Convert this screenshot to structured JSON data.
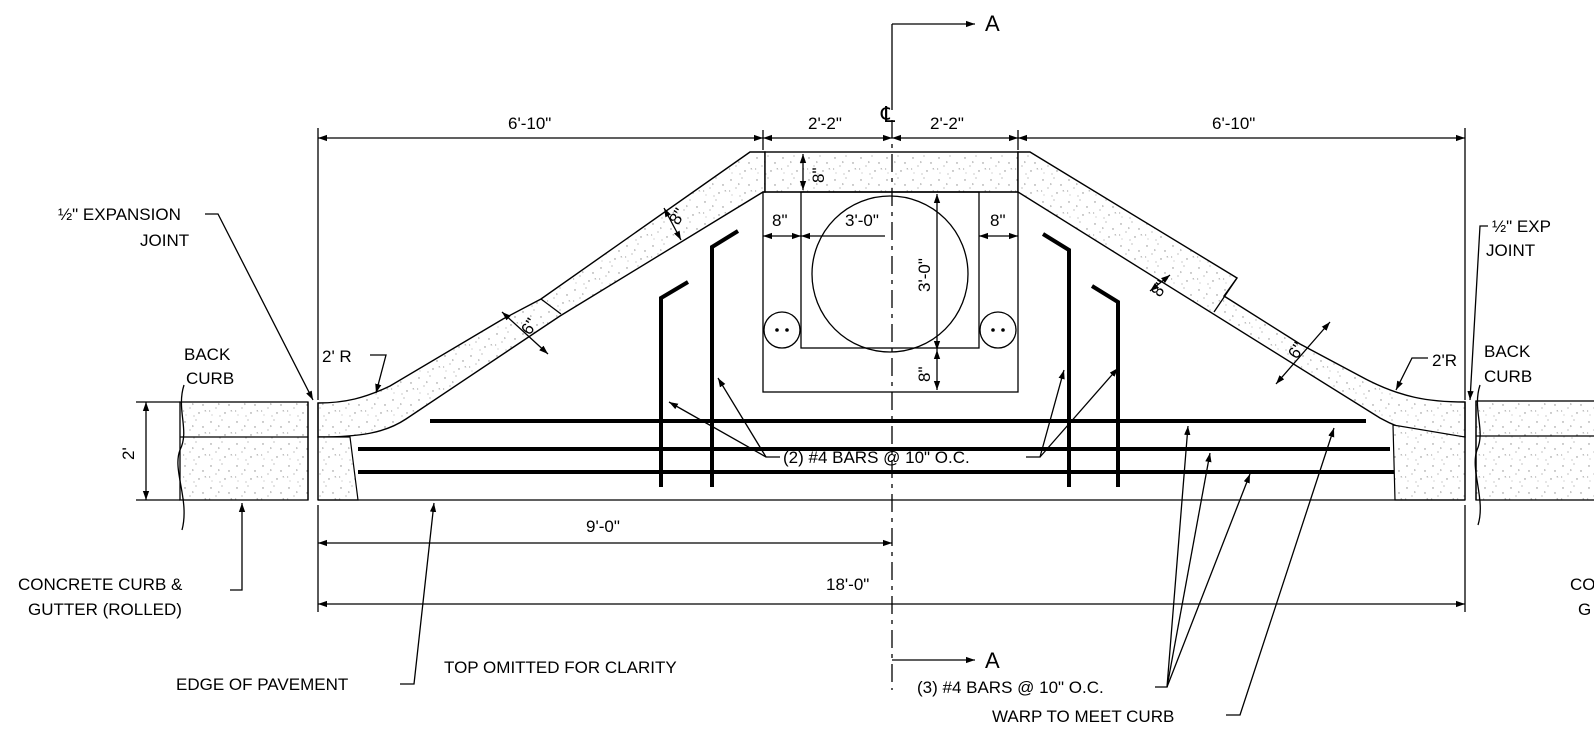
{
  "section_marks": {
    "top": "A",
    "bottom": "A"
  },
  "centerline_symbol": "℄",
  "dimensions": {
    "left_wing": "6'-10\"",
    "left_center": "2'-2\"",
    "right_center": "2'-2\"",
    "right_wing": "6'-10\"",
    "top_slab_thickness": "8\"",
    "left_wall_thickness": "8\"",
    "right_wall_thickness": "8\"",
    "pipe_width": "3'-0\"",
    "pipe_height": "3'-0\"",
    "bottom_slab_thickness": "8\"",
    "left_wing_thickness": "8\"",
    "left_wing_tip": "6\"",
    "right_wing_thickness": "8\"",
    "right_wing_tip": "6\"",
    "curb_height": "2'",
    "half_width": "9'-0\"",
    "overall_width": "18'-0\""
  },
  "labels": {
    "expansion_joint_left": {
      "prefix": "½\" EXPANSION",
      "line2": "JOINT"
    },
    "expansion_joint_right": {
      "prefix": "½\" EXP",
      "line2": "JOINT"
    },
    "back_curb_left": {
      "line1": "BACK",
      "line2": "CURB"
    },
    "back_curb_right": {
      "line1": "BACK",
      "line2": "CURB"
    },
    "radius_left": "2' R",
    "radius_right": "2'R",
    "bars_upper": "(2) #4 BARS @ 10\" O.C.",
    "bars_lower": "(3) #4 BARS @ 10\" O.C.",
    "concrete_curb_left": {
      "line1": "CONCRETE CURB &",
      "line2": "GUTTER (ROLLED)"
    },
    "concrete_curb_right": {
      "line1": "CO",
      "line2": "G"
    },
    "edge_of_pavement": "EDGE OF PAVEMENT",
    "top_omitted": "TOP OMITTED FOR CLARITY",
    "warp": "WARP TO MEET CURB"
  }
}
